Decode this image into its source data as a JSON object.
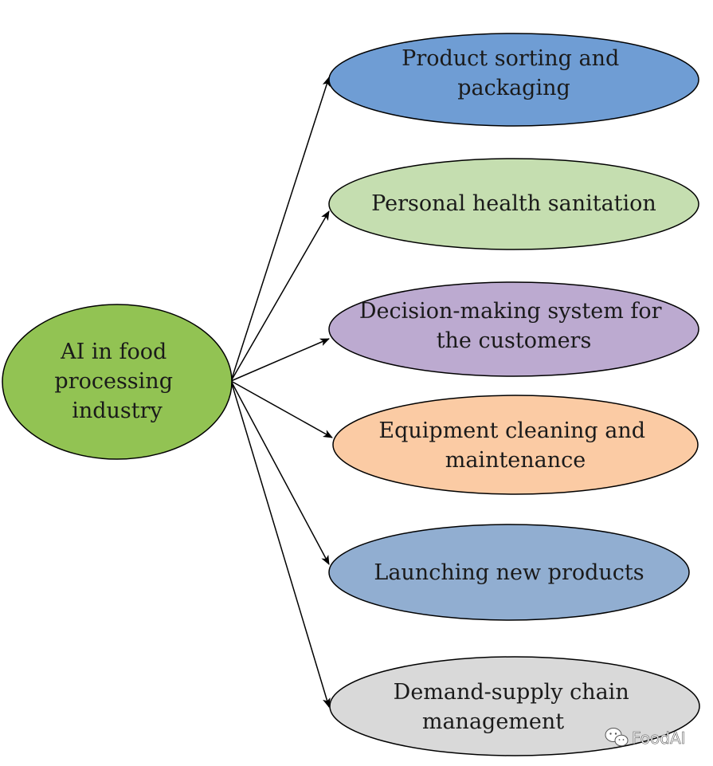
{
  "center": {
    "lines": [
      "AI in food",
      "processing",
      "industry"
    ],
    "color": "#92c353"
  },
  "targets": [
    {
      "lines": [
        "Product sorting and",
        "packaging"
      ],
      "color": "#6f9dd4"
    },
    {
      "lines": [
        "Personal health sanitation"
      ],
      "color": "#c5deb0"
    },
    {
      "lines": [
        "Decision-making system for",
        "the customers"
      ],
      "color": "#bcaad0"
    },
    {
      "lines": [
        "Equipment cleaning and",
        "maintenance"
      ],
      "color": "#fbcba4"
    },
    {
      "lines": [
        "Launching new products"
      ],
      "color": "#91aed1"
    },
    {
      "lines": [
        "Demand-supply chain",
        "management"
      ],
      "color": "#d9d9d9"
    }
  ],
  "watermark": {
    "icon": "wechat-icon",
    "text": "FoodAI"
  },
  "colors": {
    "stroke": "#000000",
    "arrow": "#000000"
  }
}
